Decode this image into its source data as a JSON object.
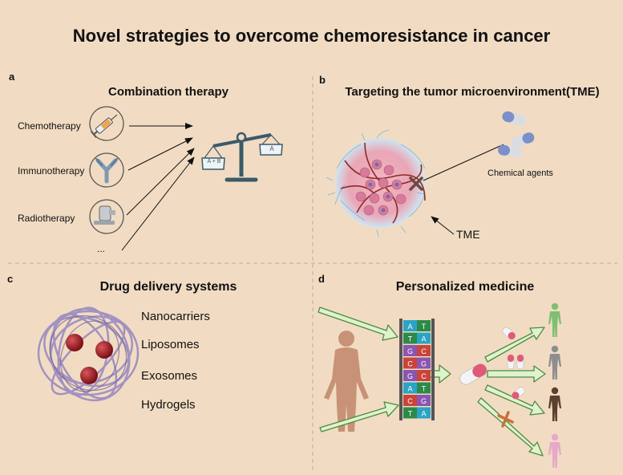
{
  "title": "Novel strategies to overcome chemoresistance in cancer",
  "panels": {
    "a": {
      "letter": "a",
      "title": "Combination therapy",
      "items": [
        "Chemotherapy",
        "Immunotherapy",
        "Radiotherapy",
        "..."
      ],
      "scale_left": "A + B",
      "scale_right": "A"
    },
    "b": {
      "letter": "b",
      "title": "Targeting the tumor microenvironment(TME)",
      "chemical": "Chemical agents",
      "tme": "TME"
    },
    "c": {
      "letter": "c",
      "title": "Drug delivery systems",
      "items": [
        "Nanocarriers",
        "Liposomes",
        "Exosomes",
        "Hydrogels"
      ]
    },
    "d": {
      "letter": "d",
      "title": "Personalized medicine",
      "dna_pairs": [
        [
          "A",
          "T"
        ],
        [
          "T",
          "A"
        ],
        [
          "G",
          "C"
        ],
        [
          "C",
          "G"
        ],
        [
          "G",
          "C"
        ],
        [
          "A",
          "T"
        ],
        [
          "C",
          "G"
        ],
        [
          "T",
          "A"
        ]
      ]
    }
  },
  "colors": {
    "background": "#f1dcc3",
    "divider": "#b9ab9a",
    "icon_circle": "#555555",
    "scale": "#3c5a68",
    "arrow_green_fill": "#dff2cf",
    "arrow_green_stroke": "#4e8a3c",
    "nucleotide": {
      "A": "#2aa3c4",
      "T": "#2b8a4a",
      "G": "#8b55b0",
      "C": "#c9443a"
    },
    "figures": [
      "#7fbf73",
      "#8e8e8e",
      "#5b3f30",
      "#e8a9c9"
    ],
    "human": "#c89277"
  }
}
